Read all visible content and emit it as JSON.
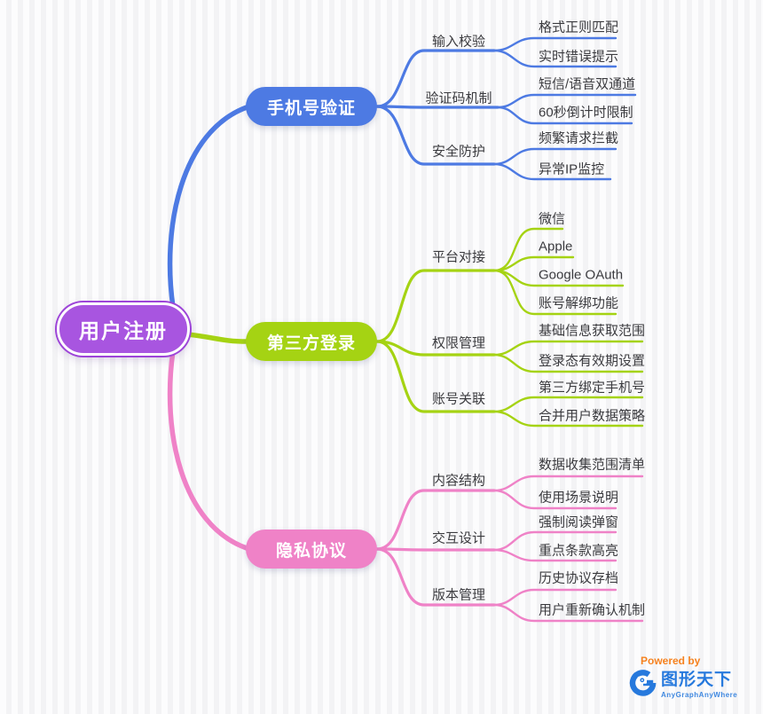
{
  "root": {
    "label": "用户注册",
    "color": "#a855e0"
  },
  "branches": [
    {
      "label": "手机号验证",
      "color": "#4d7ae3",
      "children": [
        {
          "label": "输入校验",
          "leaves": [
            "格式正则匹配",
            "实时错误提示"
          ]
        },
        {
          "label": "验证码机制",
          "leaves": [
            "短信/语音双通道",
            "60秒倒计时限制"
          ]
        },
        {
          "label": "安全防护",
          "leaves": [
            "频繁请求拦截",
            "异常IP监控"
          ]
        }
      ]
    },
    {
      "label": "第三方登录",
      "color": "#a5d313",
      "children": [
        {
          "label": "平台对接",
          "leaves": [
            "微信",
            "Apple",
            "Google OAuth",
            "账号解绑功能"
          ]
        },
        {
          "label": "权限管理",
          "leaves": [
            "基础信息获取范围",
            "登录态有效期设置"
          ]
        },
        {
          "label": "账号关联",
          "leaves": [
            "第三方绑定手机号",
            "合并用户数据策略"
          ]
        }
      ]
    },
    {
      "label": "隐私协议",
      "color": "#ef82c7",
      "children": [
        {
          "label": "内容结构",
          "leaves": [
            "数据收集范围清单",
            "使用场景说明"
          ]
        },
        {
          "label": "交互设计",
          "leaves": [
            "强制阅读弹窗",
            "重点条款高亮"
          ]
        },
        {
          "label": "版本管理",
          "leaves": [
            "历史协议存档",
            "用户重新确认机制"
          ]
        }
      ]
    }
  ],
  "footer": {
    "powered_by": "Powered by",
    "brand": "图形天下",
    "brand_sub": "AnyGraphAnyWhere"
  }
}
